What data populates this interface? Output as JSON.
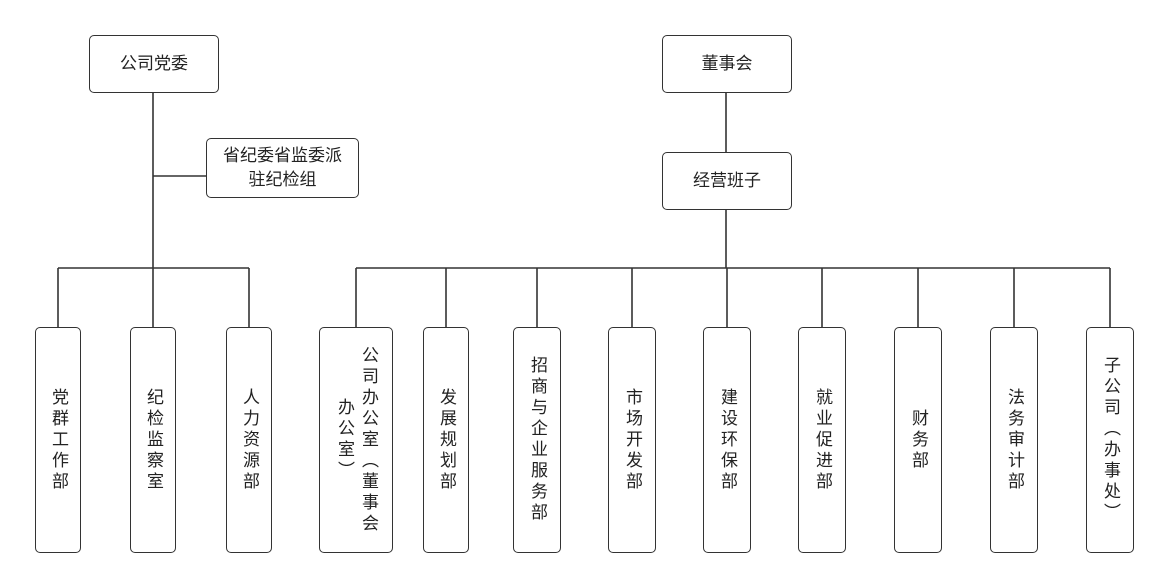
{
  "party": {
    "root": "公司党委",
    "side": "省纪委省监委派驻纪检组",
    "depts": [
      "党群工作部",
      "纪检监察室",
      "人力资源部"
    ]
  },
  "board": {
    "root": "董事会",
    "management": "经营班子",
    "depts": [
      "公司办公室（董事会办公室）",
      "发展规划部",
      "招商与企业服务部",
      "市场开发部",
      "建设环保部",
      "就业促进部",
      "财务部",
      "法务审计部",
      "子公司（办事处）"
    ]
  }
}
